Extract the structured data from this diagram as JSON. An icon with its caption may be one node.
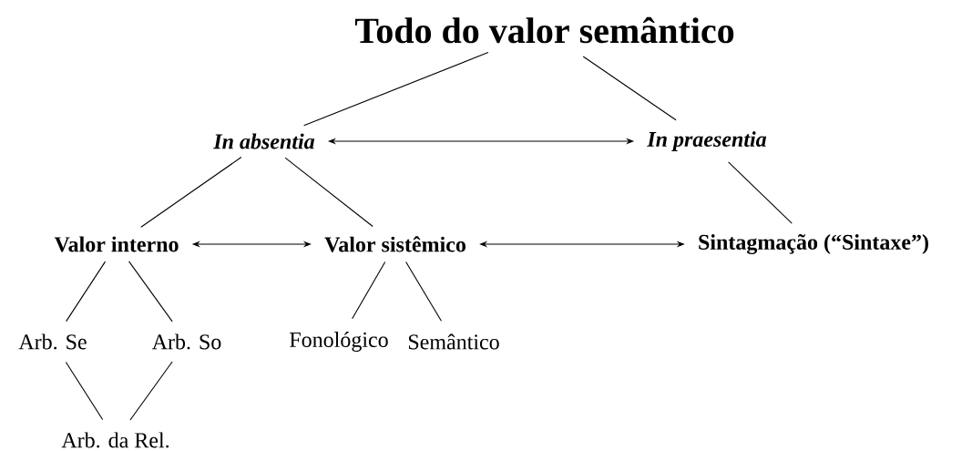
{
  "diagram": {
    "nodes": [
      {
        "text": [
          "Todo do valor semântico"
        ]
      },
      {
        "text": [
          "In absentia"
        ]
      },
      {
        "text": [
          "In praesentia"
        ]
      },
      {
        "text": [
          "Valor interno"
        ]
      },
      {
        "text": [
          "Valor sistêmico"
        ]
      },
      {
        "text": [
          "Sintagmação (“Sintaxe”)"
        ]
      },
      {
        "text": [
          "Arb. Se"
        ]
      },
      {
        "text": [
          "Arb. So"
        ]
      },
      {
        "text": [
          "Fonológico"
        ]
      },
      {
        "text": [
          "Semântico"
        ]
      },
      {
        "text": [
          "Arb. da Rel."
        ]
      }
    ],
    "edges": [
      {
        "from": 0,
        "to": 1,
        "arrow": "none"
      },
      {
        "from": 0,
        "to": 2,
        "arrow": "none"
      },
      {
        "from": 1,
        "to": 2,
        "arrow": "both"
      },
      {
        "from": 1,
        "to": 3,
        "arrow": "none"
      },
      {
        "from": 1,
        "to": 4,
        "arrow": "none"
      },
      {
        "from": 2,
        "to": 5,
        "arrow": "none"
      },
      {
        "from": 3,
        "to": 4,
        "arrow": "both"
      },
      {
        "from": 4,
        "to": 5,
        "arrow": "both"
      },
      {
        "from": 3,
        "to": 6,
        "arrow": "none"
      },
      {
        "from": 3,
        "to": 7,
        "arrow": "none"
      },
      {
        "from": 4,
        "to": 8,
        "arrow": "none"
      },
      {
        "from": 4,
        "to": 9,
        "arrow": "none"
      },
      {
        "from": 6,
        "to": 10,
        "arrow": "none"
      },
      {
        "from": 7,
        "to": 10,
        "arrow": "none"
      }
    ]
  }
}
